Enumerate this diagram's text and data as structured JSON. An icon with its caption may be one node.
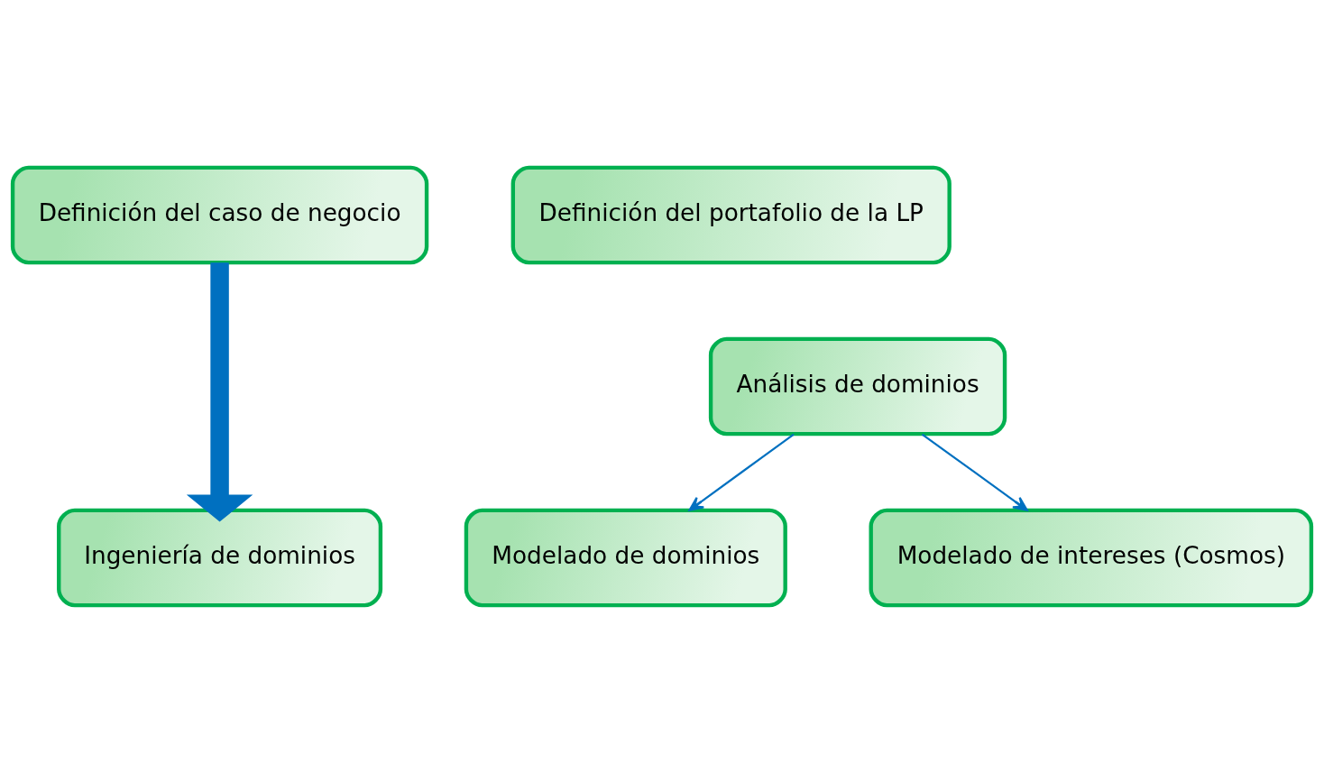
{
  "diagram": {
    "nodes": [
      {
        "text": [
          "Definición del caso de negocio"
        ]
      },
      {
        "text": [
          "Ingeniería de dominios"
        ]
      },
      {
        "text": [
          "Definición del portafolio de la LP"
        ]
      },
      {
        "text": [
          "Análisis de dominios"
        ]
      },
      {
        "text": [
          "Modelado de dominios"
        ]
      },
      {
        "text": [
          "Modelado de intereses (Cosmos)"
        ]
      }
    ],
    "edges": [
      {
        "from": 0,
        "to": 1,
        "arrow": "to",
        "style": "thick"
      },
      {
        "from": 3,
        "to": 4,
        "arrow": "to"
      },
      {
        "from": 3,
        "to": 5,
        "arrow": "to"
      }
    ]
  }
}
